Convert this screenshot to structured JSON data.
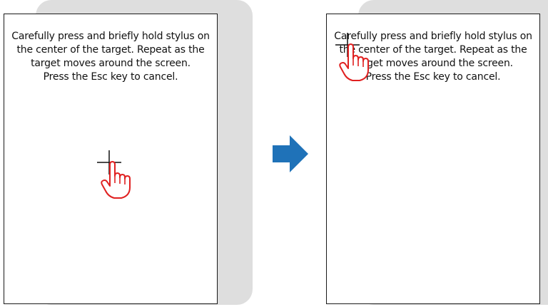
{
  "instructions": {
    "line1": "Carefully press and briefly hold stylus on",
    "line2": "the center of the target. Repeat as the",
    "line3": "target moves around the screen.",
    "line4": "Press the Esc key to cancel."
  },
  "colors": {
    "shadow": "#dedede",
    "border": "#1a1a1a",
    "hand_stroke": "#e02020",
    "arrow": "#1f72b8"
  },
  "icons": {
    "target": "crosshair-icon",
    "pointer": "pointing-hand-icon",
    "transition": "arrow-right-icon"
  }
}
